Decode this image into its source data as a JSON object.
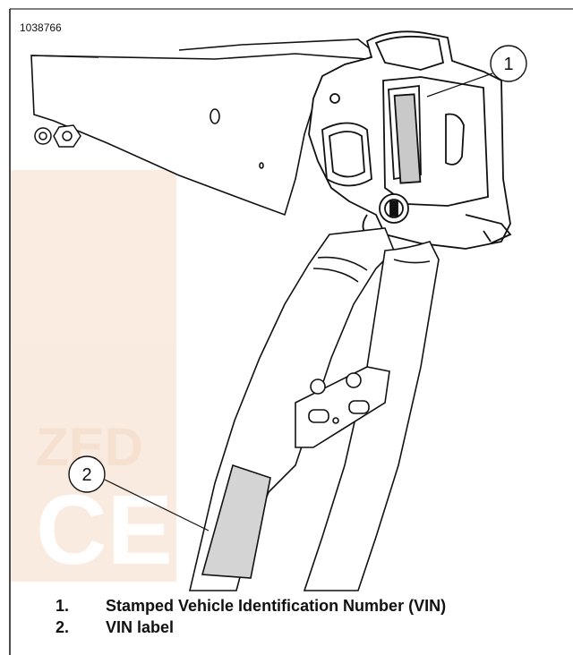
{
  "figure": {
    "id": "1038766",
    "description_visible": false
  },
  "callouts": [
    {
      "number": "1"
    },
    {
      "number": "2"
    }
  ],
  "legend": [
    {
      "number": "1.",
      "text": "Stamped Vehicle Identification Number (VIN)"
    },
    {
      "number": "2.",
      "text": "VIN label"
    }
  ],
  "colors": {
    "line": "#111111",
    "label_fill": "#d4d4d4",
    "watermark": "#f6dcc7",
    "border": "#000000"
  }
}
